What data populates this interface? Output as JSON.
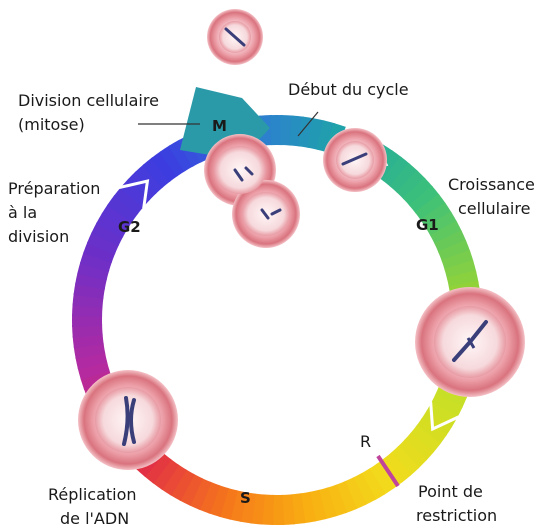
{
  "phases": {
    "m": "M",
    "g1": "G1",
    "s": "S",
    "g2": "G2"
  },
  "labels": {
    "division_line1": "Division cellulaire",
    "division_line2": "(mitose)",
    "debut": "Début du cycle",
    "croissance_line1": "Croissance",
    "croissance_line2": "cellulaire",
    "preparation_line1": "Préparation",
    "preparation_line2": "à la",
    "preparation_line3": "division",
    "replication_line1": "Réplication",
    "replication_line2": "de l'ADN",
    "point_line1": "Point de",
    "point_line2": "restriction",
    "r_marker": "R"
  }
}
